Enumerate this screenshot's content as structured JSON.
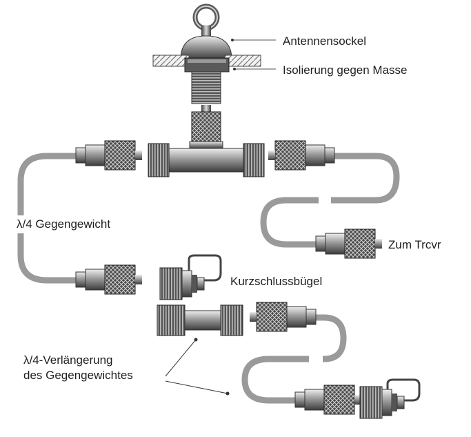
{
  "labels": {
    "antennensockel": "Antennensockel",
    "isolierung": "Isolierung gegen Masse",
    "gegengewicht": "λ/4 Gegengewicht",
    "zum_trcvr": "Zum Trcvr",
    "kurzschluss": "Kurzschlussbügel",
    "verlaengerung_line1": "λ/4-Verlängerung",
    "verlaengerung_line2": "des Gegengewichtes"
  },
  "colors": {
    "cable": "#9a9a9a",
    "metal_dark": "#3a3a3a",
    "metal_mid": "#7a7a7a",
    "metal_light": "#d8d8d8",
    "text": "#1e1e1e"
  }
}
